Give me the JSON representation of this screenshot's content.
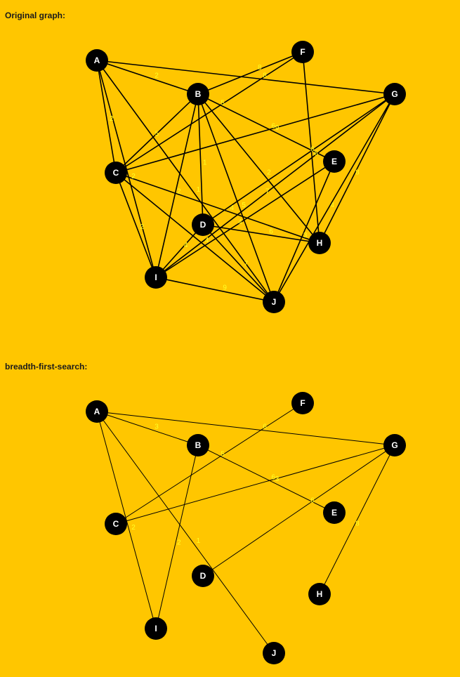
{
  "sections": {
    "original_title": "Original graph:",
    "bfs_title": "breadth-first-search:"
  },
  "colors": {
    "background": "#FFC600",
    "node_fill": "#000000",
    "node_text": "#FFFFFF",
    "edge": "#000000",
    "weight_text": "#FFFF22"
  },
  "graph": {
    "nodes": [
      "A",
      "B",
      "C",
      "D",
      "E",
      "F",
      "G",
      "H",
      "I",
      "J"
    ],
    "original_edges": [
      {
        "from": "A",
        "to": "B",
        "w": "2"
      },
      {
        "from": "A",
        "to": "G",
        "w": "8"
      },
      {
        "from": "A",
        "to": "C",
        "w": "2"
      },
      {
        "from": "A",
        "to": "I",
        "w": "2"
      },
      {
        "from": "A",
        "to": "J",
        "w": "1"
      },
      {
        "from": "B",
        "to": "F",
        "w": "8"
      },
      {
        "from": "B",
        "to": "C",
        "w": "5"
      },
      {
        "from": "B",
        "to": "E",
        "w": "9"
      },
      {
        "from": "B",
        "to": "I",
        "w": "2"
      },
      {
        "from": "B",
        "to": "D",
        "w": "1"
      },
      {
        "from": "B",
        "to": "J",
        "w": "5"
      },
      {
        "from": "B",
        "to": "H",
        "w": "2"
      },
      {
        "from": "C",
        "to": "F",
        "w": "5"
      },
      {
        "from": "C",
        "to": "G",
        "w": "6"
      },
      {
        "from": "C",
        "to": "I",
        "w": "2"
      },
      {
        "from": "C",
        "to": "J",
        "w": "4"
      },
      {
        "from": "C",
        "to": "H",
        "w": "4"
      },
      {
        "from": "D",
        "to": "G",
        "w": "6"
      },
      {
        "from": "D",
        "to": "H",
        "w": "6"
      },
      {
        "from": "D",
        "to": "J",
        "w": "7"
      },
      {
        "from": "E",
        "to": "I",
        "w": "4"
      },
      {
        "from": "E",
        "to": "J",
        "w": "3"
      },
      {
        "from": "F",
        "to": "H",
        "w": "6"
      },
      {
        "from": "G",
        "to": "H",
        "w": "8"
      },
      {
        "from": "G",
        "to": "I",
        "w": "7"
      },
      {
        "from": "G",
        "to": "J",
        "w": "4"
      },
      {
        "from": "I",
        "to": "J",
        "w": "9"
      },
      {
        "from": "I",
        "to": "D",
        "w": "4"
      }
    ],
    "bfs_edges": [
      {
        "from": "A",
        "to": "B",
        "w": "3"
      },
      {
        "from": "A",
        "to": "G",
        "w": "6"
      },
      {
        "from": "A",
        "to": "I",
        "w": "2"
      },
      {
        "from": "A",
        "to": "J",
        "w": "1"
      },
      {
        "from": "B",
        "to": "E",
        "w": "3"
      },
      {
        "from": "B",
        "to": "I",
        "w": "2"
      },
      {
        "from": "C",
        "to": "F",
        "w": "5"
      },
      {
        "from": "C",
        "to": "G",
        "w": "6"
      },
      {
        "from": "D",
        "to": "G",
        "w": "6"
      },
      {
        "from": "G",
        "to": "H",
        "w": "8"
      }
    ]
  }
}
